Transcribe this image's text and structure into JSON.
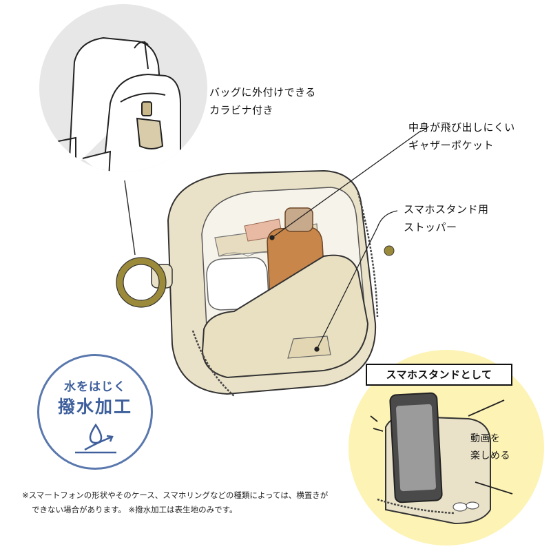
{
  "callouts": {
    "carabiner": "バッグに外付けできる\nカラビナ付き",
    "gusset_pocket": "中身が飛び出しにくい\nギャザーポケット",
    "phone_stopper": "スマホスタンド用\nストッパー"
  },
  "water_badge": {
    "top": "水をはじく",
    "main": "撥水加工",
    "icon": "water-drop-icon",
    "color": "#3e5f9c"
  },
  "stand_section": {
    "title": "スマホスタンドとして",
    "caption": "動画を\n楽しめる",
    "background": "#fdf3b5"
  },
  "notes": {
    "line1": "※スマートフォンの形状やそのケース、スマホリングなどの種類によっては、横置きが",
    "line2": "できない場合があります。 ※撥水加工は表生地のみです。"
  },
  "colors": {
    "pouch_beige": "#eae2c8",
    "ring_olive": "#9c8a3b",
    "circle_gray": "#e6e6e6",
    "badge_blue": "#5a78ad"
  }
}
